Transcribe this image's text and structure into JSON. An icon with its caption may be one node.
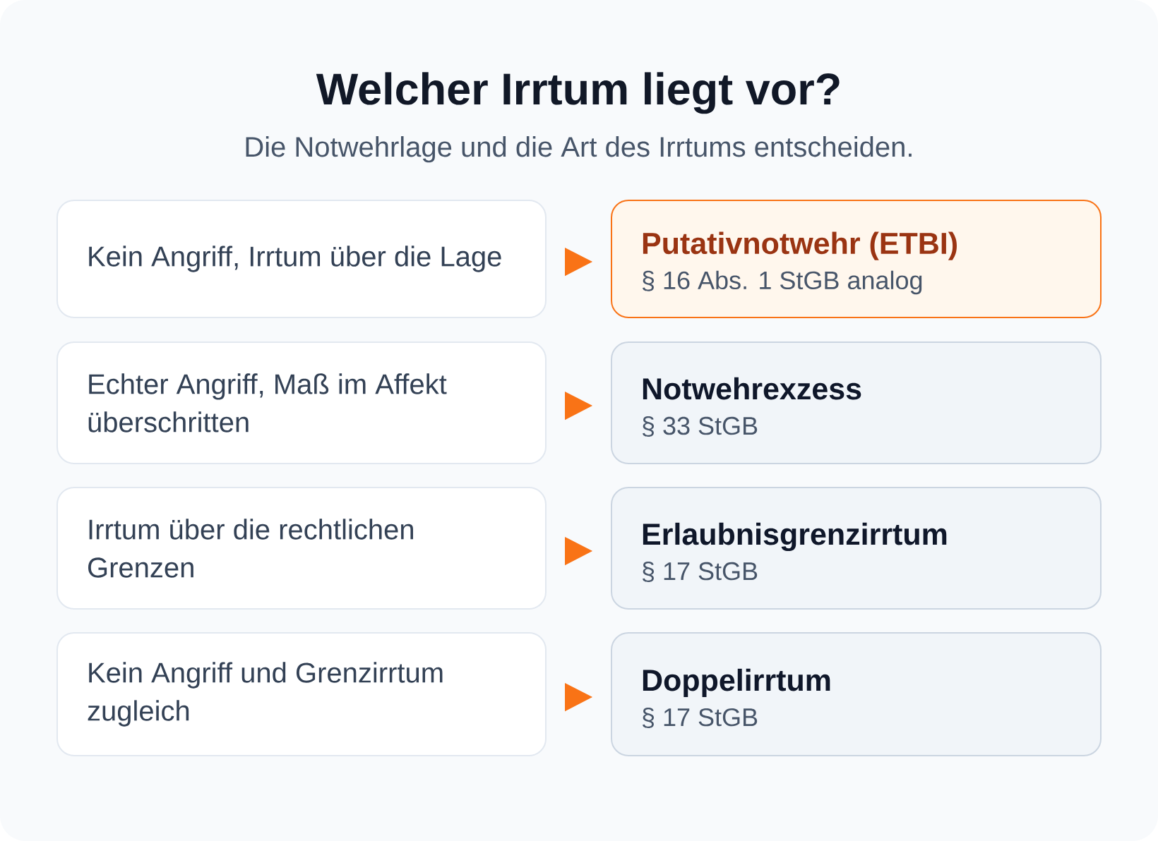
{
  "diagram": {
    "title": "Welcher Irrtum liegt vor?",
    "nodes": [
      {
        "text": [
          "Kein Angriff, Irrtum über die Lage"
        ]
      },
      {
        "text": [
          "Putativnotwehr (ETBI)",
          "§ 16 Abs. 1 StGB analog"
        ]
      },
      {
        "text": [
          "Echter Angriff, Maß im Affekt überschritten"
        ]
      },
      {
        "text": [
          "Notwehrexzess",
          "§ 33 StGB"
        ]
      },
      {
        "text": [
          "Irrtum über die rechtlichen Grenzen"
        ]
      },
      {
        "text": [
          "Erlaubnisgrenzirrtum",
          "§ 17 StGB"
        ]
      },
      {
        "text": [
          "Kein Angriff und Grenzirrtum zugleich"
        ]
      },
      {
        "text": [
          "Doppelirrtum",
          "§ 17 StGB"
        ]
      }
    ],
    "edges": [
      {
        "from": 0,
        "to": 1,
        "arrow": "to"
      },
      {
        "from": 2,
        "to": 3,
        "arrow": "to"
      },
      {
        "from": 4,
        "to": 5,
        "arrow": "to"
      },
      {
        "from": 6,
        "to": 7,
        "arrow": "to"
      }
    ],
    "labels": [
      "Die Notwehrlage und die Art des Irrtums entscheiden."
    ]
  }
}
